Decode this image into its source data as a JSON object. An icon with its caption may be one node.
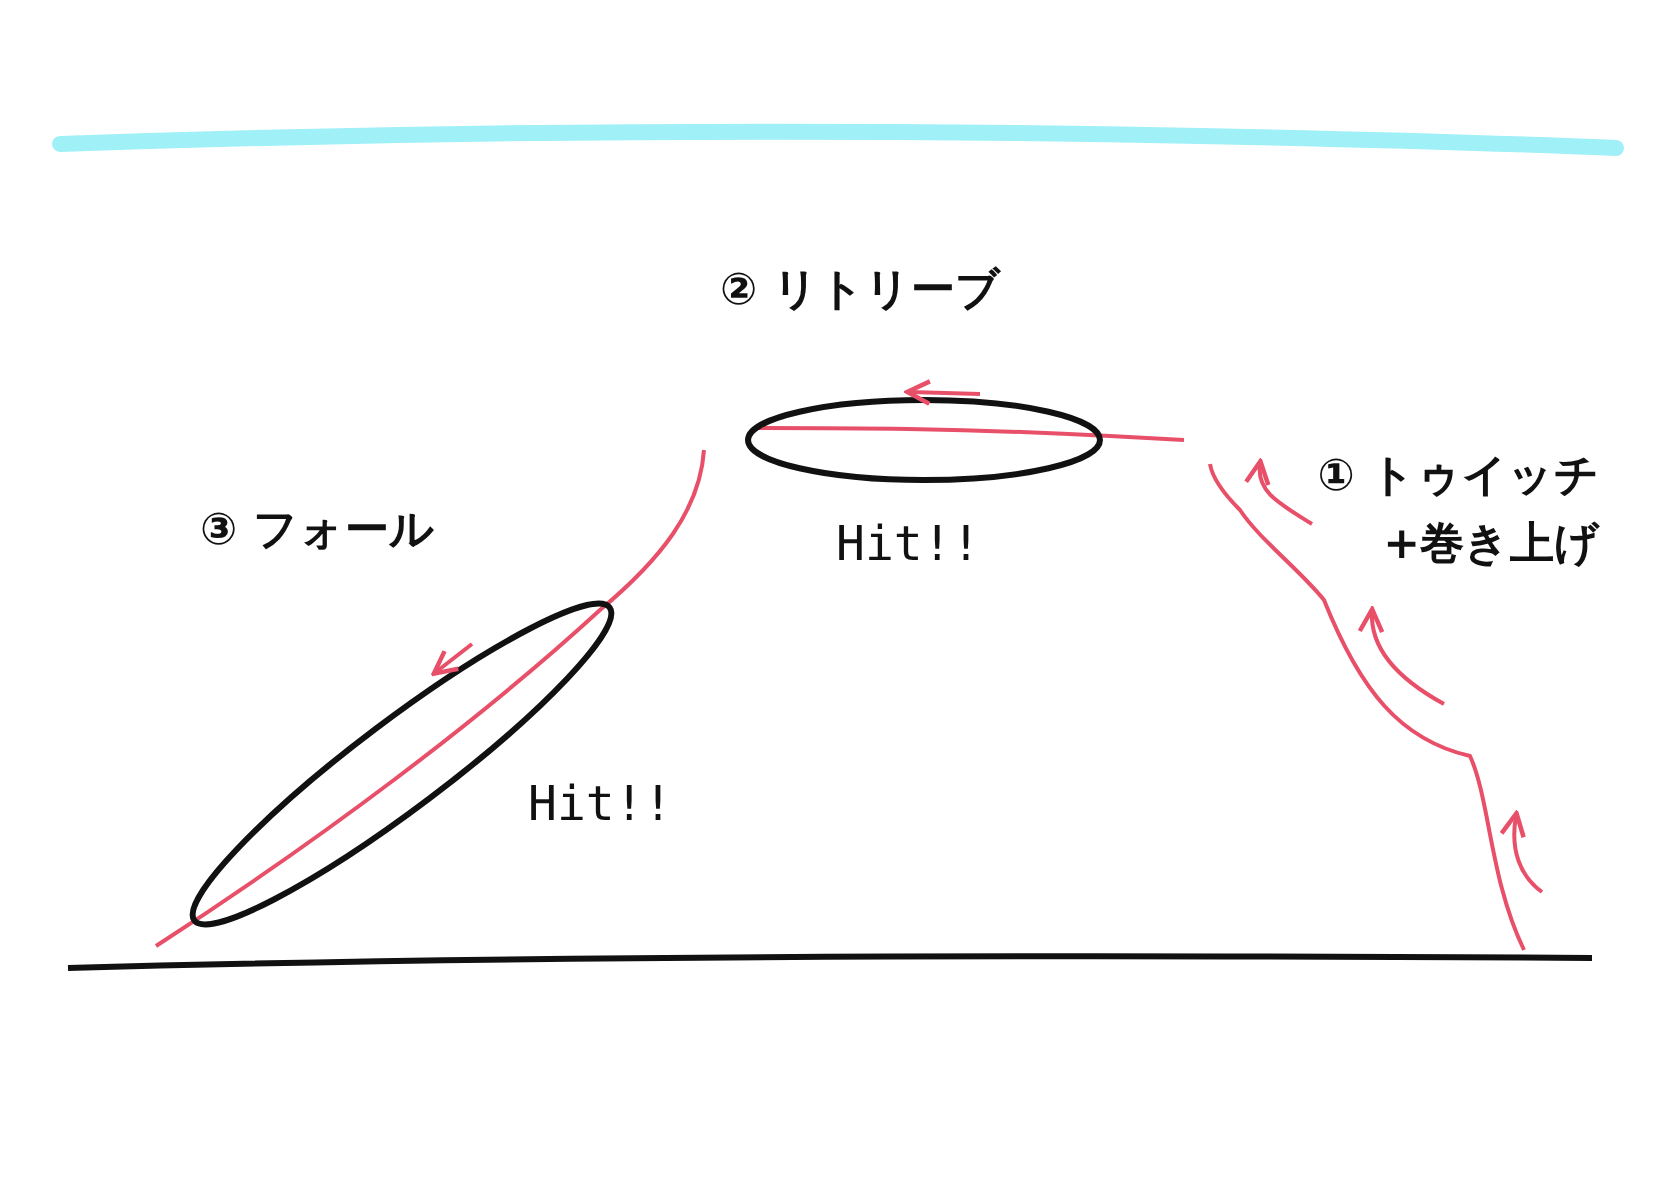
{
  "diagram": {
    "labels": [
      "② リトリーブ",
      "③ フォール",
      "① トゥイッチ +巻き上げ",
      "Hit!!",
      "Hit!!"
    ]
  }
}
